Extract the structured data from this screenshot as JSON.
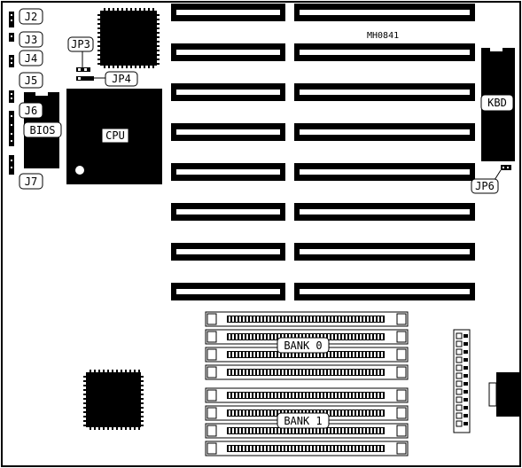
{
  "diagram": {
    "code": "MH0841",
    "labels": {
      "j2": "J2",
      "j3": "J3",
      "j4": "J4",
      "j5": "J5",
      "j6": "J6",
      "j7": "J7",
      "jp3": "JP3",
      "jp4": "JP4",
      "jp6": "JP6",
      "bios": "BIOS",
      "cpu": "CPU",
      "kbd": "KBD",
      "bank0": "BANK 0",
      "bank1": "BANK 1"
    },
    "expansion_slot_count": 16,
    "simm_slot_count": 8
  }
}
